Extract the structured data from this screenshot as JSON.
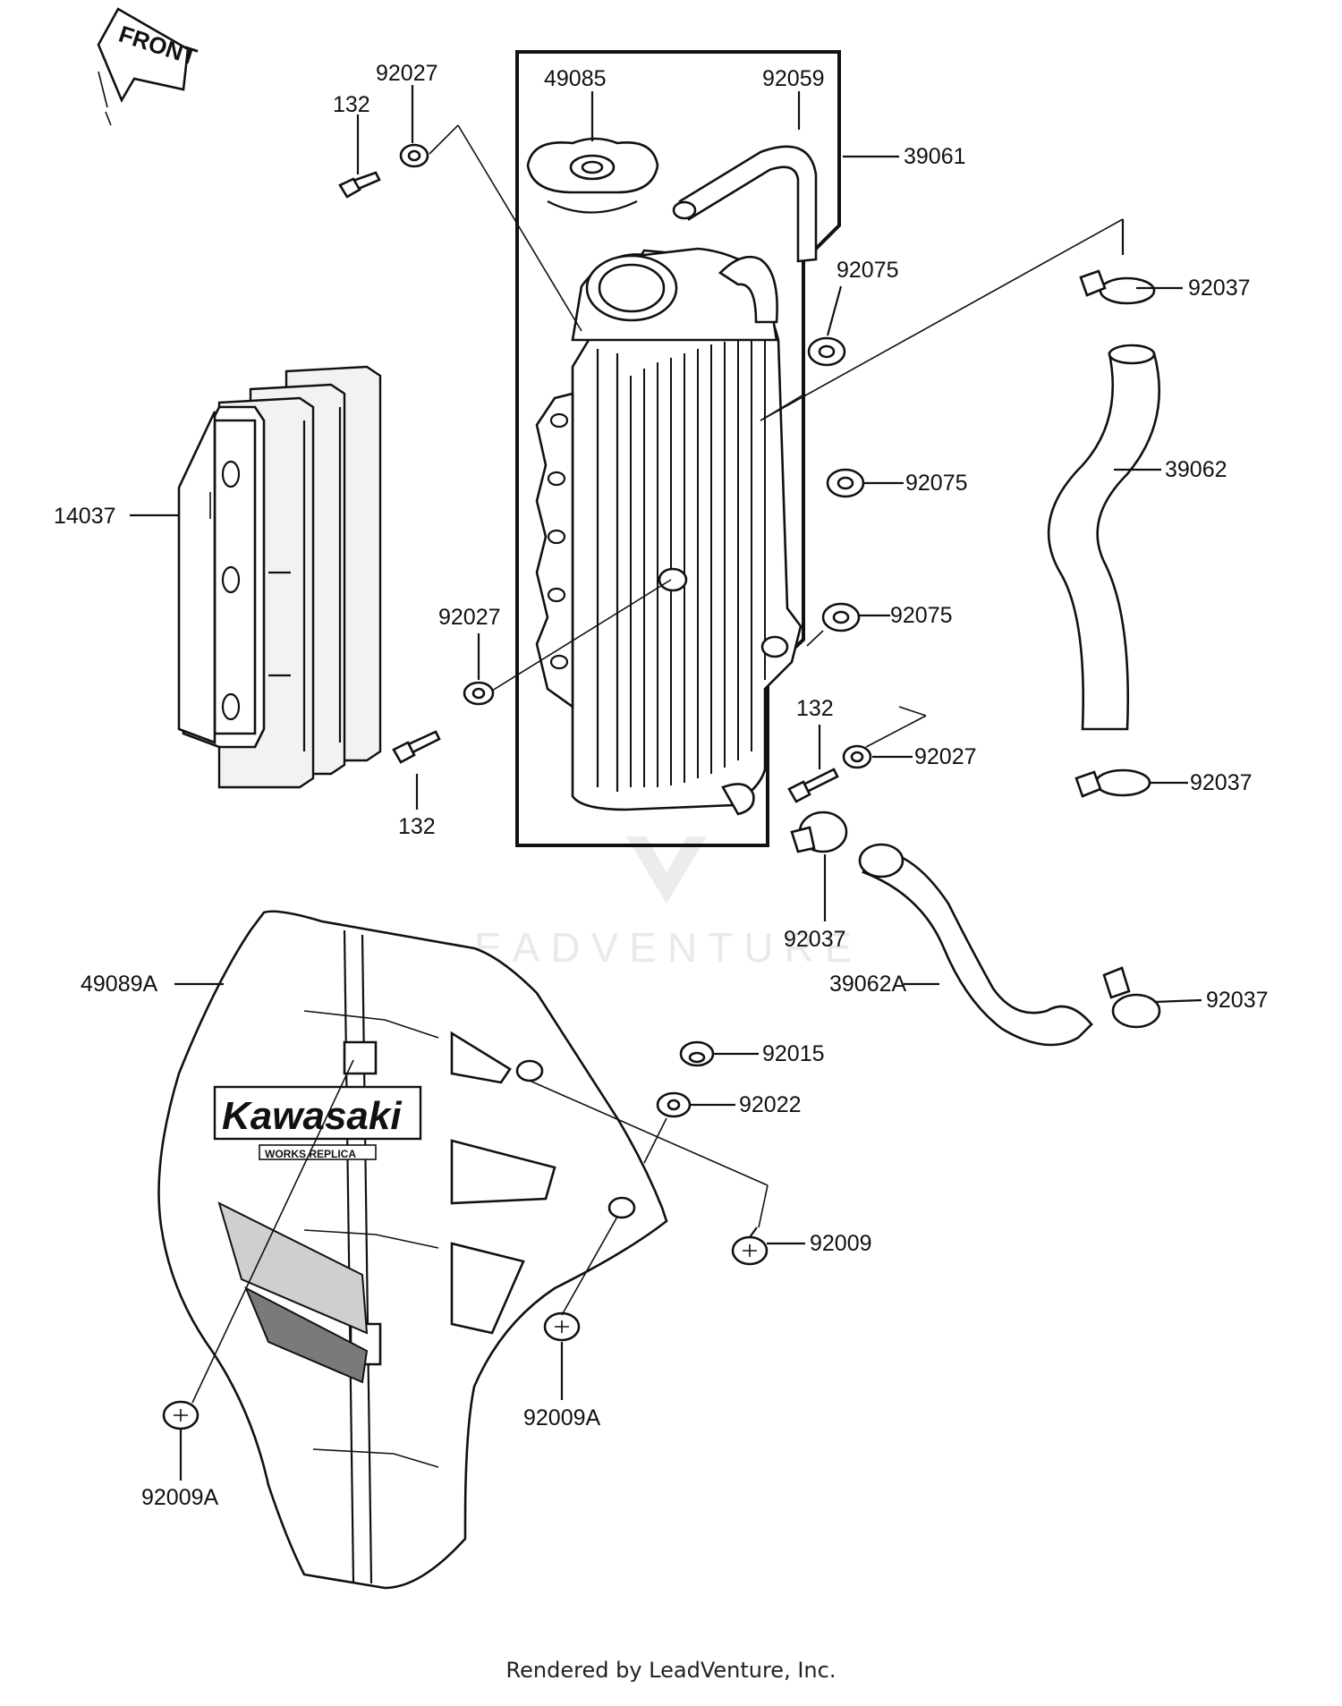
{
  "front_arrow": {
    "label": "FRONT"
  },
  "watermark": "EADVENTURE",
  "footer": "Rendered by LeadVenture, Inc.",
  "emblem": {
    "brand": "Kawasaki",
    "tagline": "WORKS REPLICA"
  },
  "callouts": {
    "c92027_top": "92027",
    "c132_top": "132",
    "c49085": "49085",
    "c92059": "92059",
    "c39061": "39061",
    "c92075_a": "92075",
    "c92037_a": "92037",
    "c14037": "14037",
    "c92075_b": "92075",
    "c39062": "39062",
    "c92027_mid": "92027",
    "c92075_c": "92075",
    "c132_right": "132",
    "c92027_right": "92027",
    "c132_bottom": "132",
    "c92037_b": "92037",
    "c92037_c": "92037",
    "c49089A": "49089A",
    "c39062A": "39062A",
    "c92037_d": "92037",
    "c92015": "92015",
    "c92022": "92022",
    "c92009": "92009",
    "c92009A_mid": "92009A",
    "c92009A_left": "92009A"
  }
}
